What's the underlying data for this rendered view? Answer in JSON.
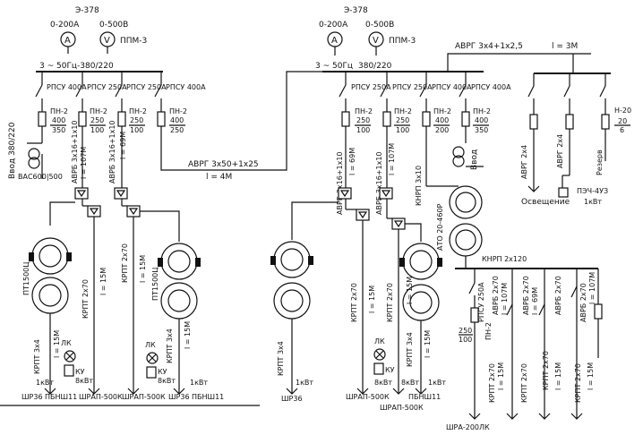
{
  "left": {
    "e_code": "Э-378",
    "ammeter_range": "0-200А",
    "voltmeter_range": "0-500В",
    "ammeter_symbol": "A",
    "voltmeter_symbol": "V",
    "switch": "ППМ-3",
    "bus": "3 ~ 50Гц-380/220",
    "breakers": [
      "РПСУ 400А",
      "РПСУ 250А",
      "РПСУ 250А",
      "РПСУ 400А"
    ],
    "fuses": [
      {
        "type": "ПН-2",
        "top": "400",
        "bottom": "350"
      },
      {
        "type": "ПН-2",
        "top": "250",
        "bottom": "100"
      },
      {
        "type": "ПН-2",
        "top": "250",
        "bottom": "100"
      },
      {
        "type": "ПН-2",
        "top": "400",
        "bottom": "250"
      }
    ],
    "input_label": "Ввод 380/220",
    "cable_input": "АВРБ 3х16+1х10",
    "cable_input_len": "l = 107М",
    "cable_mid": "АВРБ 3х16+1х10",
    "cable_mid_len": "l = 69М",
    "transformer": "ВАС600|500",
    "outputs": [
      "ШР36",
      "ПБНШ11",
      "ШРАП-500К",
      "ШРАП-500К",
      "ШР36",
      "ПБНШ11"
    ],
    "motors": [
      "ПТ1500Ц",
      "ПТ1500Ц"
    ],
    "cable_crpt34": "КРПТ 3х4",
    "crpt34_len": "l = 15М",
    "cable_crpt270": "КРПТ 2х70",
    "crpt270_len": "l = 15М",
    "cable_crpt270b": "КРПТ 2х70",
    "crpt270b_len": "l = 15М",
    "cable_crpt34b": "КРПТ 3х4",
    "crpt34b_len": "l = 15М",
    "lamp": "ЛК",
    "button": "КУ",
    "power_8": "8кВт",
    "power_1": "1кВт",
    "power_1b": "1кВт",
    "power_8b": "8кВт"
  },
  "link": {
    "cable": "АВРГ 3х50+1х25",
    "length": "l = 4М"
  },
  "right": {
    "e_code": "Э-378",
    "ammeter_range": "0-200А",
    "voltmeter_range": "0-500В",
    "ammeter_symbol": "A",
    "voltmeter_symbol": "V",
    "switch": "ППМ-3",
    "bus": "3 ~ 50Гц",
    "bus_volts": "380/220",
    "top_cable": "АВРГ 3х4+1х2,5",
    "top_cable_len": "l = 3М",
    "breakers": [
      "РПСУ 250А",
      "РПСУ 250А",
      "РПСУ 400А",
      "РПСУ 400А"
    ],
    "fuses": [
      {
        "type": "ПН-2",
        "top": "250",
        "bottom": "100"
      },
      {
        "type": "ПН-2",
        "top": "250",
        "bottom": "100"
      },
      {
        "type": "ПН-2",
        "top": "400",
        "bottom": "200"
      },
      {
        "type": "ПН-2",
        "top": "400",
        "bottom": "350"
      }
    ],
    "cable_a": "АВРБ 3х16+1х10",
    "cable_a_len": "l = 69М",
    "cable_b": "АВРБ 3х16+1х10",
    "cable_b_len": "l = 107М",
    "cable_knrp": "КНРП 3х10",
    "input_label": "Ввод",
    "ato": "АТО 20-460Р",
    "knrp_bus": "КНРП 2х120",
    "aux_fuse": {
      "type": "Н-20",
      "top": "20",
      "bottom": "6"
    },
    "aux_cable1": "АВРГ 2х4",
    "aux_cable2": "АВРГ 2х4",
    "lighting": "Освещение",
    "reserve": "Резерв",
    "pech": "ПЭЧ-4УЗ",
    "pech_power": "1кВт",
    "lamp": "ЛК",
    "button": "КУ",
    "power_8": "8кВт",
    "power_8b": "8кВт",
    "power_1": "1кВт",
    "power_1b": "1кВт",
    "crpt34": "КРПТ 3х4",
    "crpt34_len": "l = 15М",
    "crpt270": "КРПТ 2х70",
    "crpt270_len": "l = 15М",
    "crpt270b": "КРПТ 2х70",
    "crpt270b_len": "l = 15М",
    "sub_breaker": "РПСУ 250А",
    "sub_fuse": {
      "type": "ПН-2",
      "top": "250",
      "bottom": "100"
    },
    "sub_cable1": "АВРБ 2х70",
    "sub_cable1_len": "l = 107М",
    "sub_cable2": "АВРБ 2х70",
    "sub_cable2_len": "l = 69М",
    "sub_cable3": "АВРБ 2х70",
    "sub_cable4": "АВРБ 2х70",
    "sub_cable4_len": "l = 107М",
    "out_cables": [
      "КРПТ 2х70",
      "КРПТ 2х70",
      "КРПТ 2х70",
      "КРПТ 2х70"
    ],
    "out_len": "l = 15М",
    "outputs": [
      "ШР36",
      "ШРАП-500К",
      "ПБНШ11"
    ],
    "shrap_bottom": "ШРАП-500К",
    "shra": "ШРА-200ЛК"
  }
}
